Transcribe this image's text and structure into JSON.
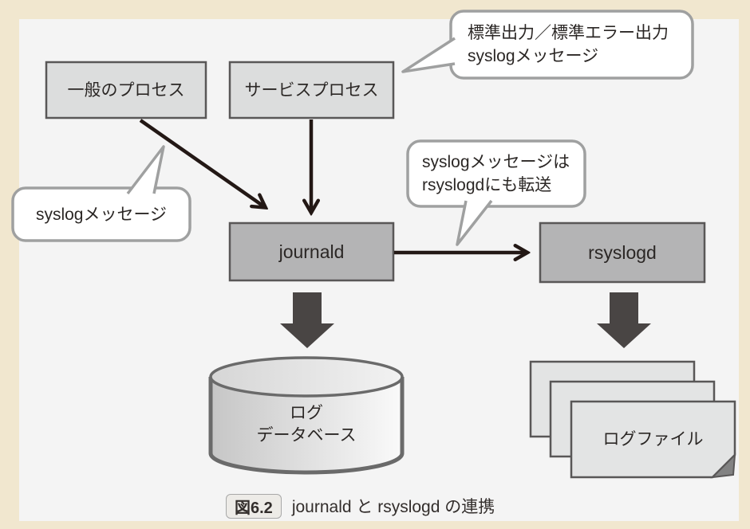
{
  "figure": {
    "caption_badge": "図6.2",
    "caption_text": "journald と rsyslogd の連携"
  },
  "nodes": {
    "general_process": "一般のプロセス",
    "service_process": "サービスプロセス",
    "journald": "journald",
    "rsyslogd": "rsyslogd",
    "log_database_line1": "ログ",
    "log_database_line2": "データベース",
    "log_file": "ログファイル"
  },
  "callouts": {
    "stdout_line1": "標準出力／標準エラー出力",
    "stdout_line2": "syslogメッセージ",
    "syslog_message": "syslogメッセージ",
    "forward_line1": "syslogメッセージは",
    "forward_line2": "rsyslogdにも転送"
  },
  "colors": {
    "frame": "#f1e7cf",
    "panel_background": "#f4f4f4",
    "process_box_fill": "#dcdddd",
    "daemon_box_fill": "#b4b4b5",
    "box_border": "#595757",
    "callout_border": "#9fa0a0",
    "callout_fill": "#ffffff",
    "arrow": "#231815",
    "block_arrow": "#494544",
    "cylinder_stroke": "#6a6a6a",
    "file_fill": "#e3e4e4",
    "fold": "#828282"
  }
}
